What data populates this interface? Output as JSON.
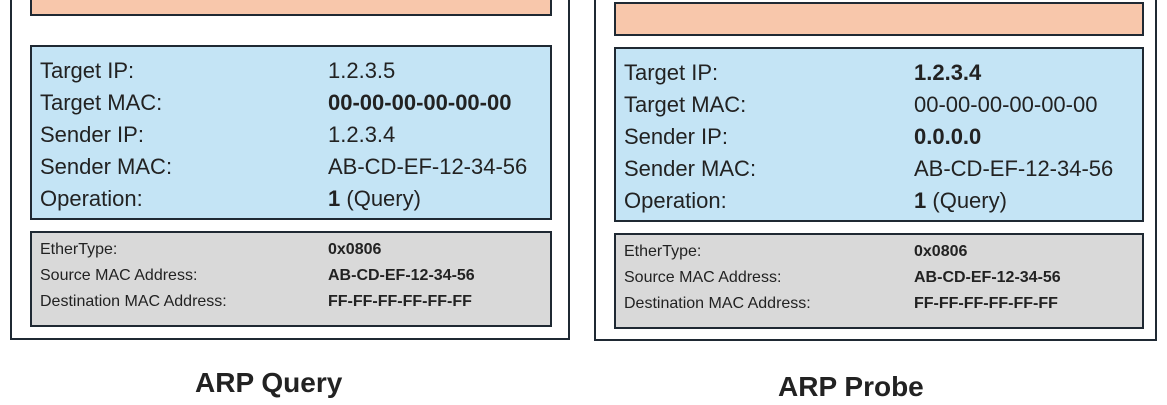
{
  "diagrams": [
    {
      "title": "ARP Query",
      "arp": {
        "target_ip": {
          "label": "Target IP:",
          "value": "1.2.3.5"
        },
        "target_mac": {
          "label": "Target MAC:",
          "value": "00-00-00-00-00-00"
        },
        "sender_ip": {
          "label": "Sender IP:",
          "value": "1.2.3.4"
        },
        "sender_mac": {
          "label": "Sender MAC:",
          "value": "AB-CD-EF-12-34-56"
        },
        "operation": {
          "label": "Operation:",
          "value": "1",
          "suffix": "(Query)"
        }
      },
      "ethernet": {
        "ethertype": {
          "label": "EtherType:",
          "value": "0x0806"
        },
        "source_mac": {
          "label": "Source MAC Address:",
          "value": "AB-CD-EF-12-34-56"
        },
        "destination_mac": {
          "label": "Destination MAC Address:",
          "value": "FF-FF-FF-FF-FF-FF"
        }
      }
    },
    {
      "title": "ARP Probe",
      "arp": {
        "target_ip": {
          "label": "Target IP:",
          "value": "1.2.3.4"
        },
        "target_mac": {
          "label": "Target MAC:",
          "value": "00-00-00-00-00-00"
        },
        "sender_ip": {
          "label": "Sender IP:",
          "value": "0.0.0.0"
        },
        "sender_mac": {
          "label": "Sender MAC:",
          "value": "AB-CD-EF-12-34-56"
        },
        "operation": {
          "label": "Operation:",
          "value": "1",
          "suffix": "(Query)"
        }
      },
      "ethernet": {
        "ethertype": {
          "label": "EtherType:",
          "value": "0x0806"
        },
        "source_mac": {
          "label": "Source MAC Address:",
          "value": "AB-CD-EF-12-34-56"
        },
        "destination_mac": {
          "label": "Destination MAC Address:",
          "value": "FF-FF-FF-FF-FF-FF"
        }
      }
    }
  ],
  "colors": {
    "payload": "#f8c7ab",
    "arp_header": "#c4e4f5",
    "ethernet_header": "#d9d9d9",
    "border": "#1f2933"
  }
}
